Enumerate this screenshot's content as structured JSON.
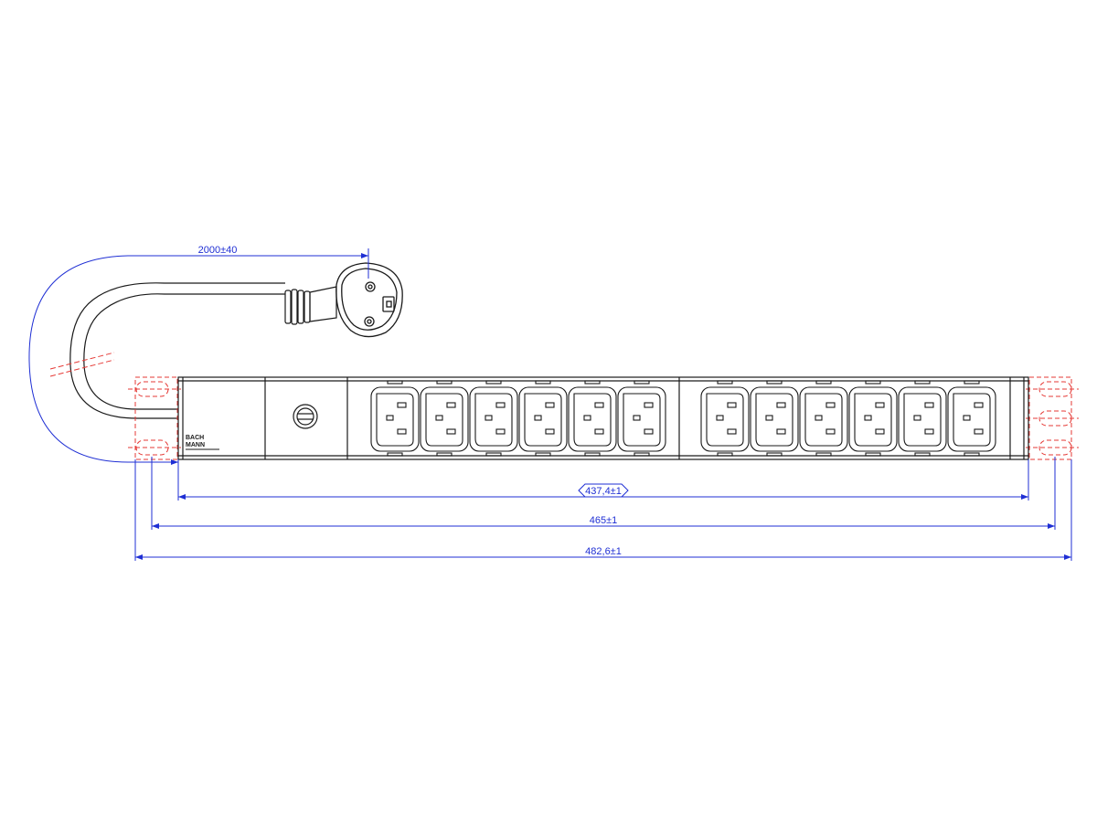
{
  "colors": {
    "line": "#1a1a1a",
    "dimension": "#1f2fd4",
    "mount_centerline": "#e53935",
    "background": "#ffffff"
  },
  "brand": {
    "line1": "BACH",
    "line2": "MANN"
  },
  "dimensions": {
    "cable_length": "2000±40",
    "inner_width": "437,4±1",
    "mount_width": "465±1",
    "overall_width": "482,6±1"
  },
  "outlets": {
    "type": "C13",
    "group_a_count": 6,
    "group_b_count": 6
  },
  "icons": {
    "plug": "schuko-plug-icon",
    "breaker": "circuit-breaker-icon"
  }
}
